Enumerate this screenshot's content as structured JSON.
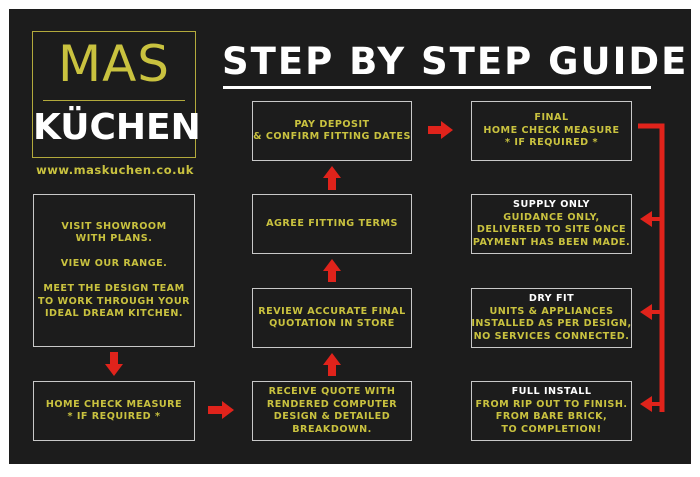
{
  "logo": {
    "mas": "MAS",
    "kuchen": "KÜCHEN",
    "url": "www.maskuchen.co.uk"
  },
  "title": "STEP BY STEP GUIDE",
  "colors": {
    "background": "#1c1c1c",
    "text_accent": "#c9c23f",
    "arrow": "#e0231b",
    "box_border": "#c8c8c8"
  },
  "steps": {
    "visit": {
      "paragraphs": [
        [
          "VISIT SHOWROOM",
          "WITH PLANS."
        ],
        [
          "VIEW OUR RANGE."
        ],
        [
          "MEET THE DESIGN TEAM",
          "TO WORK THROUGH YOUR",
          "IDEAL DREAM KITCHEN."
        ]
      ]
    },
    "home_check": {
      "lines": [
        "HOME CHECK MEASURE",
        "* IF REQUIRED *"
      ]
    },
    "receive_quote": {
      "lines": [
        "RECEIVE QUOTE WITH",
        "RENDERED COMPUTER",
        "DESIGN & DETAILED",
        "BREAKDOWN."
      ]
    },
    "review_quote": {
      "lines": [
        "REVIEW ACCURATE FINAL",
        "QUOTATION IN STORE"
      ]
    },
    "agree_terms": {
      "lines": [
        "AGREE FITTING TERMS"
      ]
    },
    "pay_deposit": {
      "lines": [
        "PAY DEPOSIT",
        "& CONFIRM FITTING DATES"
      ]
    },
    "final_check": {
      "lines": [
        "FINAL",
        "HOME CHECK MEASURE",
        "* IF REQUIRED *"
      ]
    },
    "supply_only": {
      "heading": "SUPPLY ONLY",
      "lines": [
        "GUIDANCE ONLY,",
        "DELIVERED TO SITE ONCE",
        "PAYMENT HAS BEEN MADE."
      ]
    },
    "dry_fit": {
      "heading": "DRY FIT",
      "lines": [
        "UNITS & APPLIANCES",
        "INSTALLED AS PER DESIGN,",
        "NO SERVICES CONNECTED."
      ]
    },
    "full_install": {
      "heading": "FULL INSTALL",
      "lines": [
        "FROM RIP OUT TO FINISH.",
        "FROM BARE BRICK,",
        "TO COMPLETION!"
      ]
    }
  }
}
